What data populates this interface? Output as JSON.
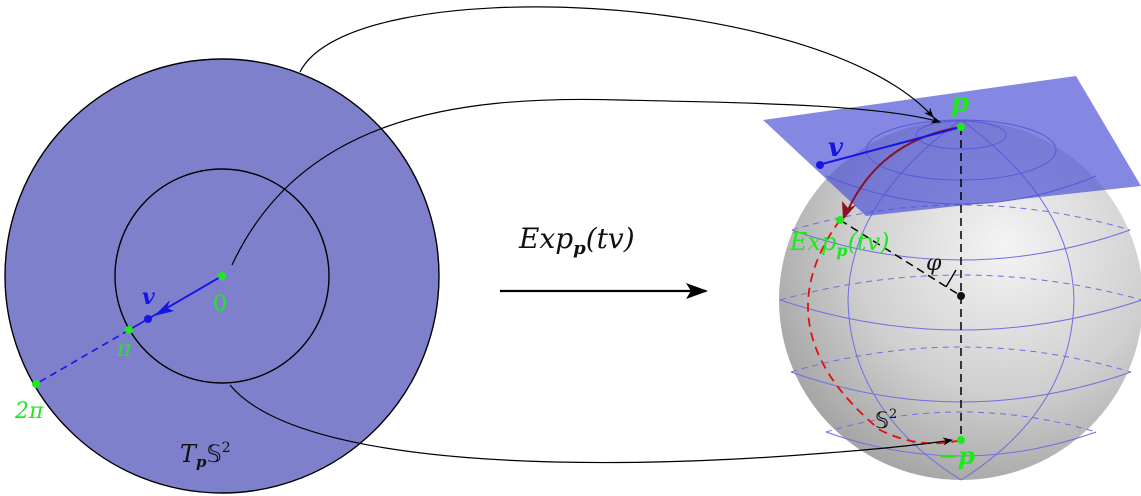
{
  "labels": {
    "tangent_space": "T",
    "tangent_space_sub": "p",
    "tangent_space_set": "𝕊",
    "tangent_space_sup": "2",
    "vector_left": "v",
    "origin": "0",
    "pi": "π",
    "two_pi": "2π",
    "map_label_main": "Exp",
    "map_label_sub": "p",
    "map_label_args": "(tv)",
    "vector_right": "v",
    "north_point": "p",
    "south_point": "−p",
    "exp_point": "Exp",
    "exp_point_sub": "p",
    "exp_point_args": "(tv)",
    "angle": "φ",
    "sphere_set": "𝕊",
    "sphere_sup": "2"
  },
  "colors": {
    "tangent_disk": "#7e80cc",
    "tangent_plane": "#4b4fd6",
    "sphere_fill": "#c8c8c8",
    "vector": "#1515e6",
    "point": "#1ee81e",
    "geodesic": "#8b1020",
    "geodesic_dashed": "#e01010",
    "latitude_lines": "#6f6fe0"
  }
}
